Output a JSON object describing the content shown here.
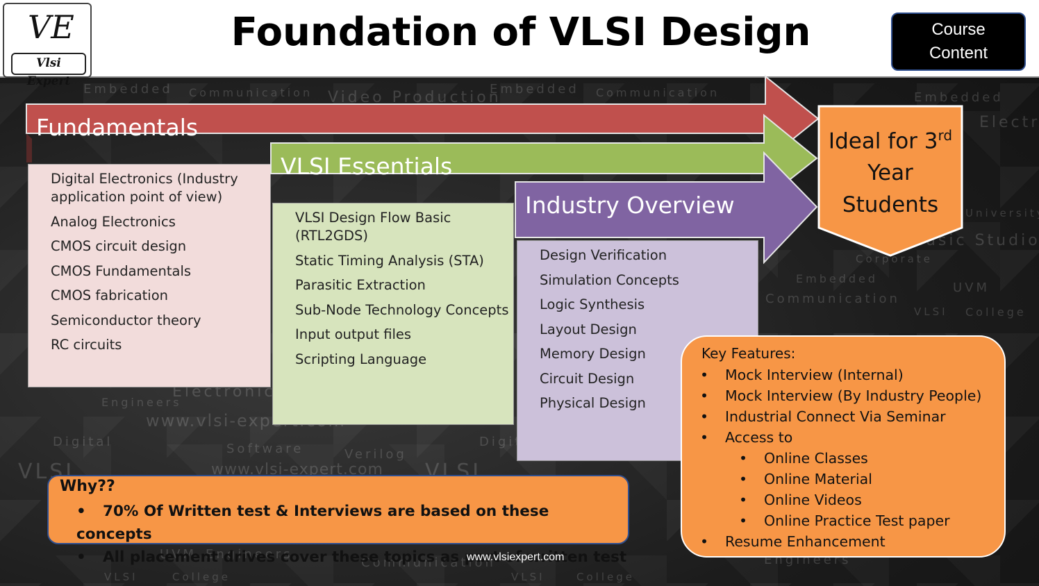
{
  "header": {
    "logo_mark": "VE",
    "logo_text": "Vlsi Expert",
    "title": "Foundation of VLSI Design",
    "course_content_line1": "Course",
    "course_content_line2": "Content"
  },
  "stages": [
    {
      "label": "Fundamentals",
      "color": "#c0504d",
      "box_color": "#f2dcdb",
      "items": [
        "Digital Electronics (Industry application point of view)",
        "Analog Electronics",
        "CMOS circuit design",
        "CMOS Fundamentals",
        "CMOS fabrication",
        "Semiconductor theory",
        "RC circuits"
      ]
    },
    {
      "label": "VLSI Essentials",
      "color": "#9bbb59",
      "box_color": "#d7e4bd",
      "items": [
        "VLSI Design Flow Basic (RTL2GDS)",
        "Static Timing Analysis (STA)",
        "Parasitic Extraction",
        "Sub-Node Technology Concepts",
        "Input output files",
        "Scripting Language"
      ]
    },
    {
      "label": "Industry Overview",
      "color": "#8064a2",
      "box_color": "#ccc1da",
      "items": [
        "Design Verification",
        "Simulation Concepts",
        "Logic Synthesis",
        "Layout Design",
        "Memory Design",
        "Circuit Design",
        "Physical Design"
      ]
    }
  ],
  "target": {
    "line1": "Ideal for 3",
    "sup": "rd",
    "line2": "Year",
    "line3": "Students",
    "color": "#f79646"
  },
  "why": {
    "title": "Why??",
    "items": [
      "70% Of Written test & Interviews are based on these concepts",
      "All placement drives cover these topics as part of written test"
    ]
  },
  "key_features": {
    "title": "Key Features:",
    "items": [
      "Mock Interview (Internal)",
      "Mock Interview (By Industry People)",
      "Industrial Connect Via Seminar",
      "Access to"
    ],
    "sub_items": [
      "Online Classes",
      "Online Material",
      "Online Videos",
      "Online Practice Test paper"
    ],
    "last_item": "Resume Enhancement"
  },
  "background_text": {
    "words": [
      "Embedded",
      "Communication",
      "Video Production",
      "Corporate",
      "Electronics",
      "University",
      "Music Studio",
      "College",
      "UVM",
      "VLSI",
      "Software",
      "Verilog",
      "Digital",
      "Engineers",
      "www.vlsi-expert.com"
    ]
  },
  "footer": "www.vlsiexpert.com"
}
